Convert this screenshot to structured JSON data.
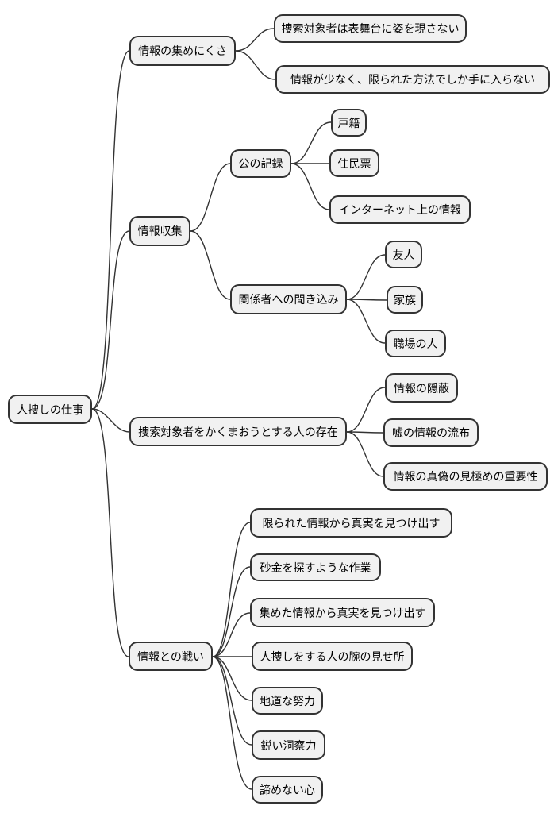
{
  "diagram": {
    "type": "mindmap",
    "colors": {
      "node_fill": "#f1f1f1",
      "node_border": "#333333",
      "edge": "#333333",
      "text": "#000000",
      "background": "#ffffff"
    }
  },
  "tree": {
    "label": "人捜しの仕事",
    "children": [
      {
        "label": "情報の集めにくさ",
        "children": [
          {
            "label": "捜索対象者は表舞台に姿を現さない"
          },
          {
            "label": "情報が少なく、限られた方法でしか手に入らない"
          }
        ]
      },
      {
        "label": "情報収集",
        "children": [
          {
            "label": "公の記録",
            "children": [
              {
                "label": "戸籍"
              },
              {
                "label": "住民票"
              },
              {
                "label": "インターネット上の情報"
              }
            ]
          },
          {
            "label": "関係者への聞き込み",
            "children": [
              {
                "label": "友人"
              },
              {
                "label": "家族"
              },
              {
                "label": "職場の人"
              }
            ]
          }
        ]
      },
      {
        "label": "捜索対象者をかくまおうとする人の存在",
        "children": [
          {
            "label": "情報の隠蔽"
          },
          {
            "label": "嘘の情報の流布"
          },
          {
            "label": "情報の真偽の見極めの重要性"
          }
        ]
      },
      {
        "label": "情報との戦い",
        "children": [
          {
            "label": "限られた情報から真実を見つけ出す"
          },
          {
            "label": "砂金を探すような作業"
          },
          {
            "label": "集めた情報から真実を見つけ出す"
          },
          {
            "label": "人捜しをする人の腕の見せ所"
          },
          {
            "label": "地道な努力"
          },
          {
            "label": "鋭い洞察力"
          },
          {
            "label": "諦めない心"
          }
        ]
      }
    ]
  }
}
